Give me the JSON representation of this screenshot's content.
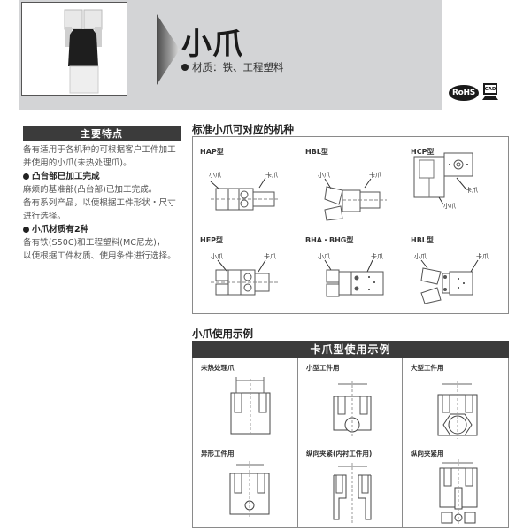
{
  "header": {
    "title": "小爪",
    "material_label": "材质：铁、工程塑料",
    "badges": [
      "RoHS",
      "CAD"
    ],
    "product_image": "gripper-finger-photo",
    "band_color": "#d3d4d6"
  },
  "features": {
    "title": "主要特点",
    "intro": [
      "备有适用于各机种的可根据客户工件加工",
      "并使用的小爪(未热处理爪)。"
    ],
    "items": [
      {
        "heading": "凸台部已加工完成",
        "lines": [
          "麻烦的基准部(凸台部)已加工完成。",
          "备有系列产品，以便根据工件形状・尺寸",
          "进行选择。"
        ]
      },
      {
        "heading": "小爪材质有2种",
        "lines": [
          "备有铁(S50C)和工程塑料(MC尼龙)，",
          "以便根据工件材质、使用条件进行选择。"
        ]
      }
    ]
  },
  "models": {
    "title": "标准小爪可对应的机种",
    "small_jaw_label": "小爪",
    "jaw_label": "卡爪",
    "items": [
      {
        "label": "HAP型"
      },
      {
        "label": "HBL型"
      },
      {
        "label": "HCP型"
      },
      {
        "label": "HEP型"
      },
      {
        "label": "BHA・BHG型"
      },
      {
        "label": "HBL型"
      }
    ]
  },
  "usage": {
    "title": "小爪使用示例",
    "table_header": "卡爪型使用示例",
    "cells": [
      {
        "label": "未热处理爪"
      },
      {
        "label": "小型工件用"
      },
      {
        "label": "大型工件用"
      },
      {
        "label": "异形工件用"
      },
      {
        "label": "纵向夹紧(内衬工件用)"
      },
      {
        "label": "纵向夹紧用"
      }
    ]
  },
  "colors": {
    "dark_bar": "#3b3b3b",
    "border": "#8a8a8a",
    "text": "#3a3a3a"
  }
}
